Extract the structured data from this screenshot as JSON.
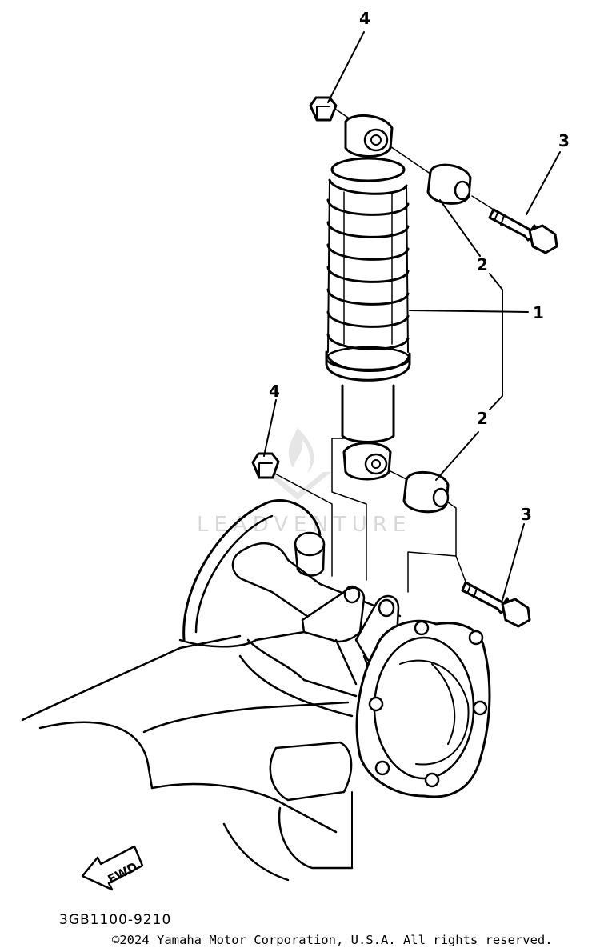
{
  "callouts": {
    "nut_top": "4",
    "bolt_top": "3",
    "bushing_top": "2",
    "shock": "1",
    "nut_bottom": "4",
    "bushing_bottom": "2",
    "bolt_bottom": "3"
  },
  "fwd_label": "FWD",
  "watermark": "LEADVENTURE",
  "diagram_code": "3GB1100-9210",
  "copyright": "©2024 Yamaha Motor Corporation, U.S.A. All rights reserved."
}
